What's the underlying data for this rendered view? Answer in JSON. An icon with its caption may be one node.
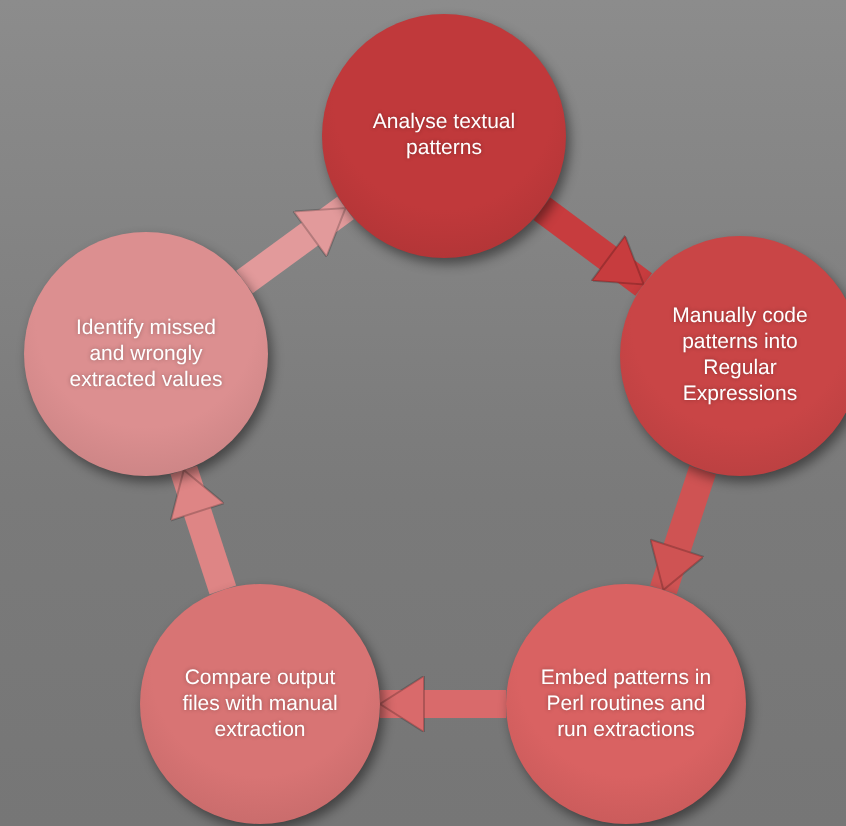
{
  "diagram": {
    "nodes": [
      {
        "text": [
          "Analyse textual patterns"
        ]
      },
      {
        "text": [
          "Manually code patterns into Regular Expressions"
        ]
      },
      {
        "text": [
          "Embed patterns in Perl routines and run extractions"
        ]
      },
      {
        "text": [
          "Compare output files with manual extraction"
        ]
      },
      {
        "text": [
          "Identify missed and wrongly extracted values"
        ]
      }
    ],
    "edges": [
      {
        "from": 0,
        "to": 1,
        "arrow": "to",
        "color": "#c73c3e"
      },
      {
        "from": 1,
        "to": 2,
        "arrow": "to",
        "color": "#cf5353"
      },
      {
        "from": 2,
        "to": 3,
        "arrow": "to",
        "color": "#d96a6b"
      },
      {
        "from": 3,
        "to": 4,
        "arrow": "to",
        "color": "#de8585"
      },
      {
        "from": 4,
        "to": 0,
        "arrow": "to",
        "color": "#e29a9b"
      }
    ]
  }
}
